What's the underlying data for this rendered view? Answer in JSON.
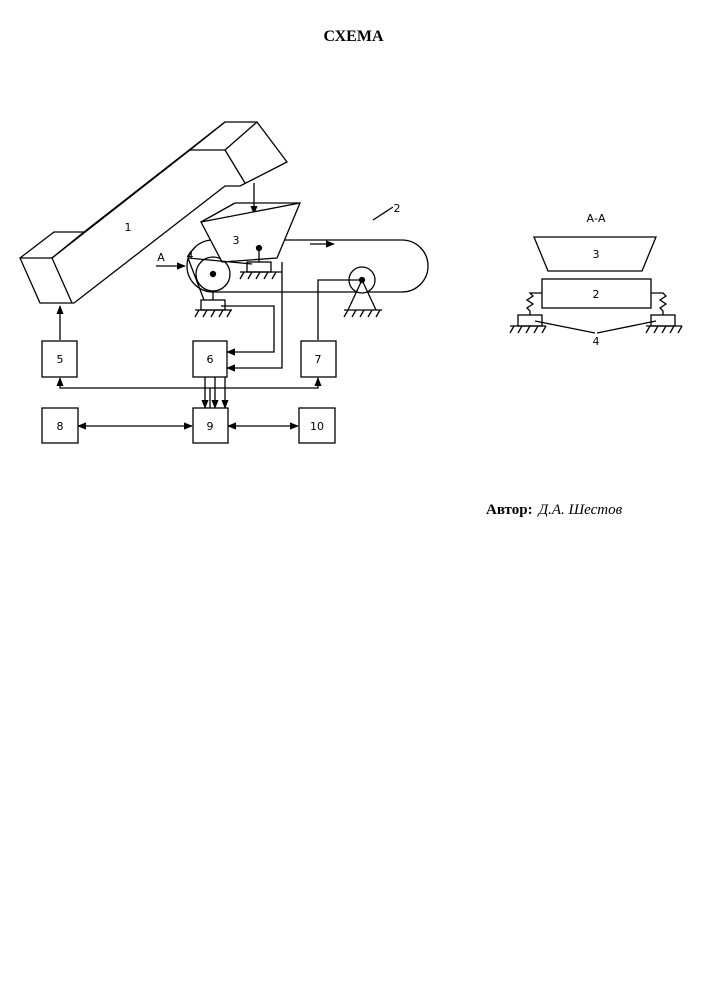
{
  "title": "СХЕМА",
  "labels": {
    "conveyor_1": "1",
    "belt_2": "2",
    "hopper_3": "3",
    "sensor_4": "4",
    "view_arrow": "А",
    "block_5": "5",
    "block_6": "6",
    "block_7": "7",
    "block_8": "8",
    "block_9": "9",
    "block_10": "10"
  },
  "section": {
    "title": "А-А",
    "hopper": "3",
    "belt": "2",
    "sensors": "4"
  },
  "author": {
    "label": "Автор:",
    "name": "Д.А. Шестов"
  }
}
